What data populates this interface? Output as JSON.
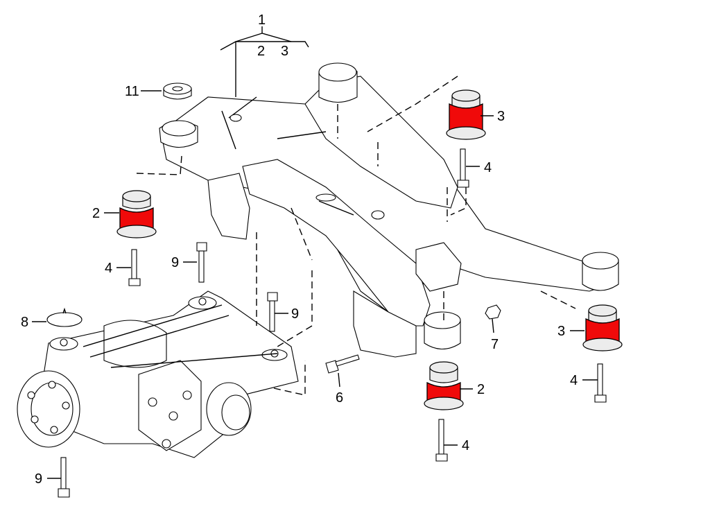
{
  "colors": {
    "bushing": "#f00a0a",
    "line": "#000000",
    "background": "#ffffff"
  },
  "callouts": {
    "c1": "1",
    "c2a": "2",
    "c3a": "3",
    "c11": "11",
    "c3_top": "3",
    "c4_top_right": "4",
    "c2_left": "2",
    "c4_left": "4",
    "c9_left_mid": "9",
    "c8": "8",
    "c9_center": "9",
    "c7": "7",
    "c3_right": "3",
    "c4_right": "4",
    "c2_center": "2",
    "c6": "6",
    "c4_center": "4",
    "c9_bottom": "9"
  }
}
